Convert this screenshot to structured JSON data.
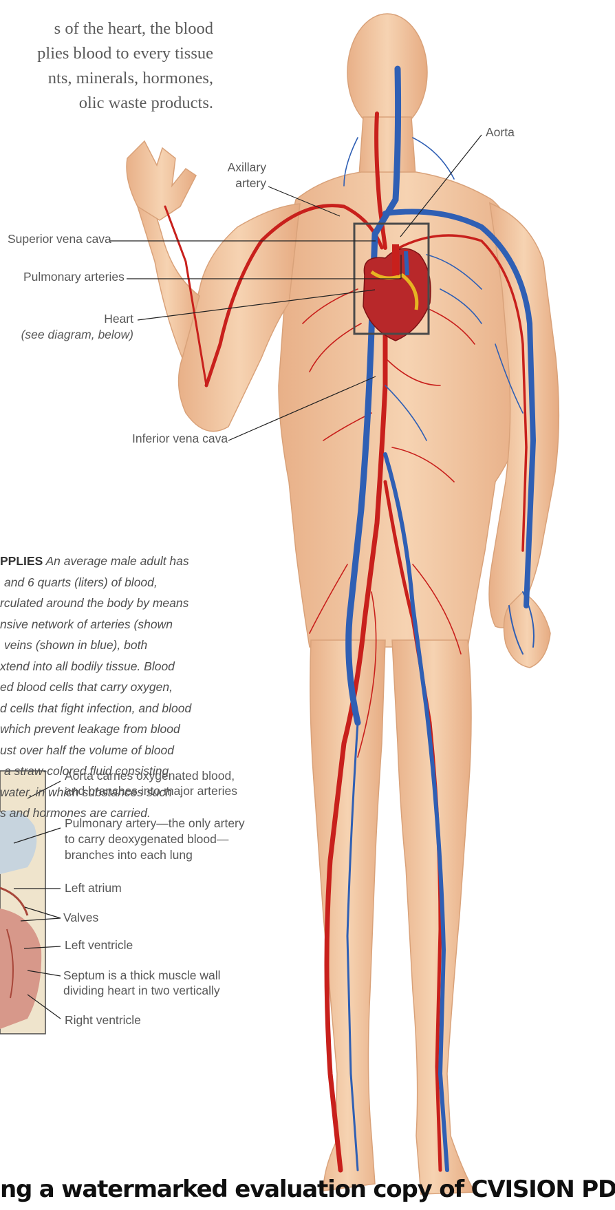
{
  "intro": {
    "lines": [
      "s of the heart, the blood",
      "plies blood to every tissue",
      "nts, minerals, hormones,",
      "olic waste products."
    ]
  },
  "labels": {
    "aorta": "Aorta",
    "axillary_artery": [
      "Axillary",
      "artery"
    ],
    "superior_vena_cava": "Superior vena cava",
    "pulmonary_arteries": "Pulmonary arteries",
    "heart": "Heart",
    "heart_note": "(see diagram, below)",
    "inferior_vena_cava": "Inferior vena cava"
  },
  "caption": {
    "heading": "PPLIES",
    "first_line_rest": " An average male adult has",
    "lines": [
      "and 6 quarts (liters) of blood,",
      "rculated around the body by means",
      "nsive network of arteries (shown",
      "veins (shown in blue), both",
      "xtend into all bodily tissue. Blood",
      "ed blood cells that carry oxygen,",
      "d cells that fight infection, and blood",
      "which prevent leakage from blood",
      "ust over half the volume of blood",
      "a straw-colored fluid consisting",
      "water, in which substances such",
      "s and hormones are carried."
    ]
  },
  "heart_diagram_labels": {
    "aorta_note": [
      "Aorta carries oxygenated blood,",
      "and branches into major arteries"
    ],
    "pulmonary_artery_note": [
      "Pulmonary artery—the only artery",
      "to carry deoxygenated blood—",
      "branches into each lung"
    ],
    "left_atrium": "Left atrium",
    "valves": "Valves",
    "left_ventricle": "Left ventricle",
    "septum_note": [
      "Septum is a thick muscle wall",
      "dividing heart in two vertically"
    ],
    "right_ventricle": "Right ventricle"
  },
  "watermark": "ng a watermarked evaluation copy of CVISION PDFCompress",
  "colors": {
    "skin": "#f3c9a3",
    "skin_outline": "#d9a27a",
    "artery": "#c8201c",
    "vein": "#2f5fb4",
    "heart": "#b8282a",
    "box": "#4a4a4a",
    "text": "#575757"
  }
}
